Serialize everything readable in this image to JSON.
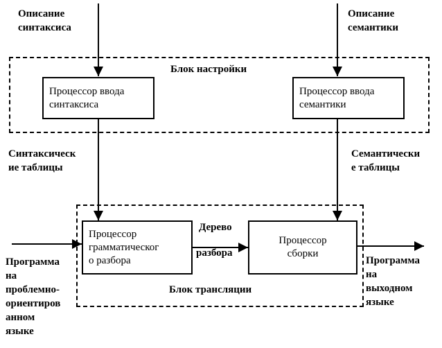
{
  "labels": {
    "syntax_desc": "Описание\nсинтаксиса",
    "semantics_desc": "Описание\nсемантики",
    "setup_block": "Блок настройки",
    "syntax_tables": "Синтаксическ\nие таблицы",
    "semantic_tables": "Семантически\nе таблицы",
    "parse_tree_1": "Дерево",
    "parse_tree_2": "разбора",
    "translation_block": "Блок трансляции",
    "input_program": "Программа\nна\nпроблемно-\nориентиров\nанном\nязыке",
    "output_program": "Программа\nна\nвыходном\nязыке"
  },
  "boxes": {
    "syntax_processor": "Процессор ввода\nсинтаксиса",
    "semantics_processor": "Процессор ввода\nсемантики",
    "parser_processor": "Процессор\nграмматическог\nо разбора",
    "assembly_processor": "Процессор\nсборки"
  }
}
